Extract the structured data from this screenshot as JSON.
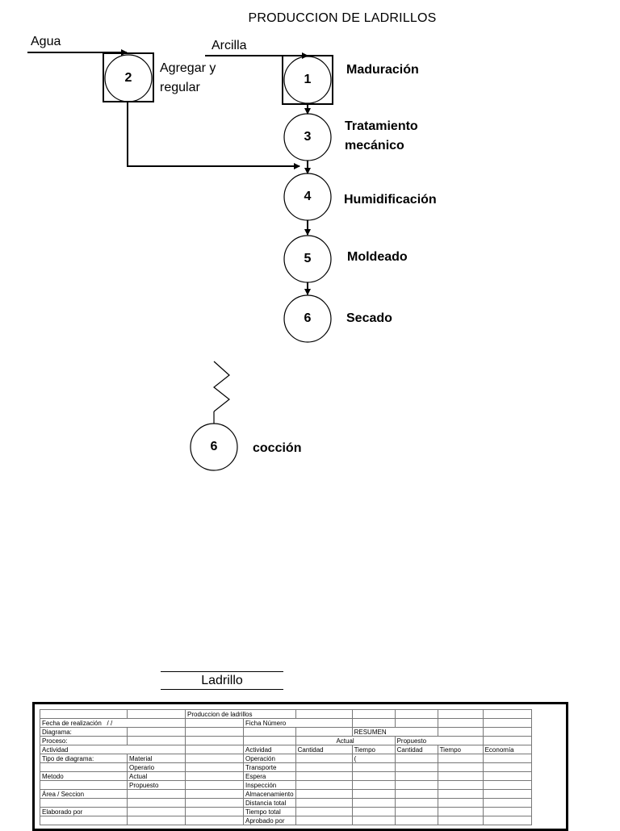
{
  "title": "PRODUCCION DE LADRILLOS",
  "inputs": {
    "water": "Agua",
    "clay": "Arcilla"
  },
  "steps": [
    {
      "num": "2",
      "label1": "Agregar y",
      "label2": "regular"
    },
    {
      "num": "1",
      "label1": "Maduración"
    },
    {
      "num": "3",
      "label1": "Tratamiento",
      "label2": "mecánico"
    },
    {
      "num": "4",
      "label1": "Humidificación"
    },
    {
      "num": "5",
      "label1": "Moldeado"
    },
    {
      "num": "6",
      "label1": "Secado"
    },
    {
      "num": "6",
      "label1": "cocción"
    }
  ],
  "subtitle": "Ladrillo",
  "sheet": {
    "product": "Produccion de ladrillos",
    "date_label": "Fecha de realización",
    "date_value": "/ /",
    "sheet_number": "Ficha Número",
    "diagram": "Diagrama:",
    "summary": "RESUMEN",
    "process": "Proceso:",
    "actual": "Actual",
    "proposed": "Propuesto",
    "activity_left": "Actividad",
    "activity": "Actividad",
    "quantity": "Cantidad",
    "time": "Tiempo",
    "economy": "Economía",
    "diagram_type": "Tipo de diagrama:",
    "material": "Material",
    "operario": "Operario",
    "method": "Metodo",
    "method_actual": "Actual",
    "method_proposed": "Propuesto",
    "area": "Área / Seccion",
    "made_by": "Elaborado por",
    "operation": "Operación",
    "operation_mark": "(",
    "transport": "Transporte",
    "wait": "Espera",
    "inspection": "Inspección",
    "storage": "Almacenamiento",
    "distance": "Distancia total",
    "total_time": "Tiempo total",
    "approved": "Aprobado por"
  }
}
